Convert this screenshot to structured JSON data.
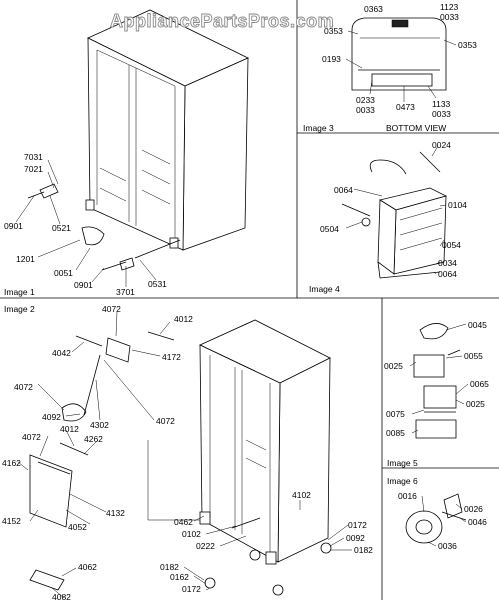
{
  "watermark": "AppliancePartsPros.com",
  "panels": [
    {
      "id": "image1",
      "title": "Image 1"
    },
    {
      "id": "image2",
      "title": "Image 2"
    },
    {
      "id": "image3",
      "title": "Image 3",
      "subtitle": "BOTTOM VIEW"
    },
    {
      "id": "image4",
      "title": "Image 4"
    },
    {
      "id": "image5",
      "title": "Image 5"
    },
    {
      "id": "image6",
      "title": "Image 6"
    }
  ],
  "labels": {
    "image1": [
      "7031",
      "7021",
      "0901",
      "0521",
      "1201",
      "0051",
      "0901",
      "3701",
      "0531"
    ],
    "image2": [
      "4072",
      "4012",
      "4042",
      "4172",
      "4072",
      "4092",
      "4302",
      "4072",
      "4012",
      "4262",
      "4072",
      "4162",
      "4152",
      "4052",
      "4132",
      "4062",
      "4082",
      "4102",
      "0462",
      "0102",
      "0222",
      "0172",
      "0092",
      "0182",
      "0182",
      "0162",
      "0172"
    ],
    "image3": [
      "0363",
      "1123",
      "0033",
      "0353",
      "0353",
      "0193",
      "0233",
      "0033",
      "0473",
      "1133",
      "0033"
    ],
    "image4": [
      "0024",
      "0064",
      "0104",
      "0504",
      "0054",
      "0034",
      "0064"
    ],
    "image5": [
      "0045",
      "0025",
      "0055",
      "0065",
      "0075",
      "0025",
      "0085"
    ],
    "image6": [
      "0016",
      "0026",
      "0046",
      "0036"
    ]
  }
}
